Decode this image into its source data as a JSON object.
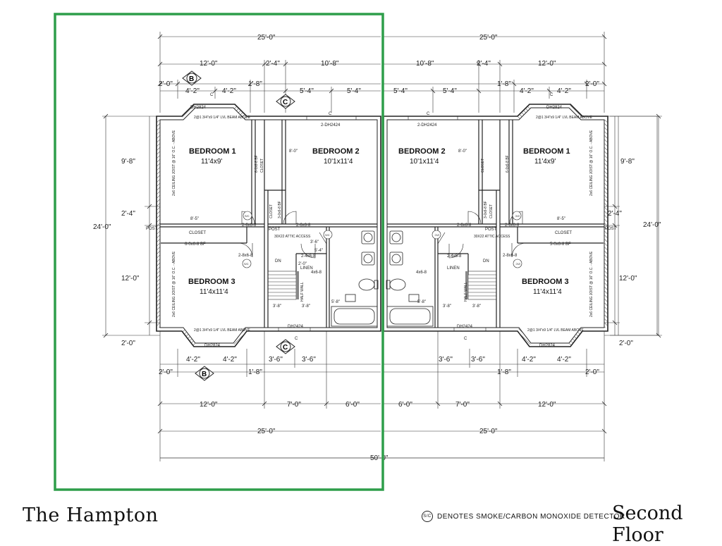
{
  "title": "The Hampton",
  "floor": "Second Floor",
  "legend": {
    "symbol": "S/C",
    "text": "DENOTES SMOKE/CARBON MONOXIDE DETECTOR"
  },
  "section_markers": {
    "b": "B",
    "c": "C"
  },
  "dims": {
    "d25": "25'-0\"",
    "d50": "50'-0\"",
    "d12": "12'-0\"",
    "d2_4": "2'-4\"",
    "d10_8": "10'-8\"",
    "d2_0": "2'-0\"",
    "d4_2": "4'-2\"",
    "d1_8": "1'-8\"",
    "d5_4": "5'-4\"",
    "d9_8": "9'-8\"",
    "d24": "24'-0\"",
    "d12_0": "12'-0\"",
    "d7": "7'-0\"",
    "d6": "6'-0\"",
    "d3_6": "3'-6\"",
    "d8_5": "8'-5\"",
    "d8_0": "8'-0\"",
    "d3_8": "3'-8\"",
    "d5_8": "5'-8\"",
    "d3_6b": "3'-6\"",
    "d5_4b": "5'-4\"",
    "d2_0b": "2'-0\""
  },
  "rooms": {
    "bed1": {
      "name": "BEDROOM 1",
      "size": "11'4x9'"
    },
    "bed2": {
      "name": "BEDROOM 2",
      "size": "10'1x11'4"
    },
    "bed3": {
      "name": "BEDROOM 3",
      "size": "11'4x11'4"
    }
  },
  "labels": {
    "closet": "CLOSET",
    "closet_b": "CLOSET",
    "post": "POST",
    "dn": "DN",
    "linen": "LINEN",
    "attic": "30X22 ATTIC ACCESS",
    "half_wall": "HALF WALL",
    "joist": "2x6 CEILING JOIST @ 16\" O.C. - ABOVE",
    "dh2824": "DH2824",
    "dh2424": "DH2424",
    "dh2424_2": "2-DH2424",
    "beam": "2@1 3/4\"x9 1/4\" LVL BEAM ABOVE",
    "bf606": "6-0x6-8 BF",
    "bf306": "3-0x6-8 BF",
    "bf506": "5-0x6-8 BF",
    "d2_6": "2-6x6-8",
    "d4x6": "4x6-8",
    "d2_4x6": "2-4x6-8",
    "d2_8x6": "2-8x6-8",
    "c": "C"
  }
}
